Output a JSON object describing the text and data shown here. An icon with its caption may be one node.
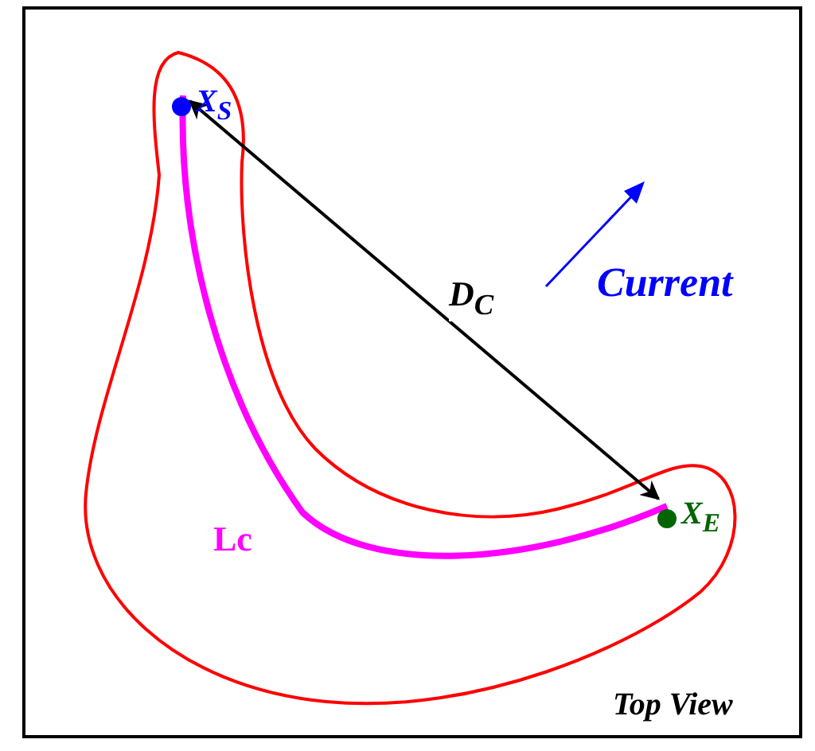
{
  "diagram": {
    "nodes": [
      {
        "text": [],
        "shape": "circle",
        "beside": [
          "X$_{S}$"
        ]
      },
      {
        "text": [],
        "shape": "circle",
        "beside": [
          "X$_{E}$"
        ]
      }
    ],
    "edges": [
      {
        "from": 0,
        "to": 1,
        "arrow": "both",
        "label": "D$_{C}$"
      },
      {
        "from": 0,
        "to": 1,
        "arrow": "none",
        "label": "Lc",
        "color": "#ff00ff",
        "style": "thick"
      }
    ],
    "labels": [
      "Current",
      "Top View"
    ]
  }
}
